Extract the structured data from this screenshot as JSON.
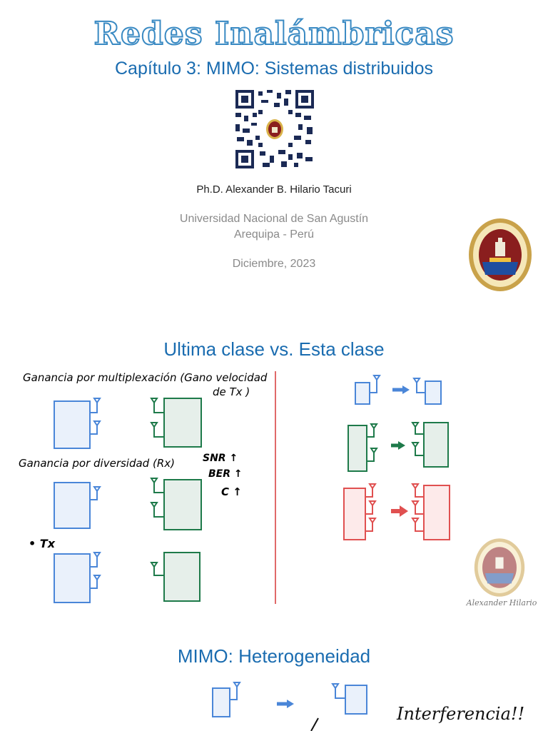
{
  "title": "Redes Inalámbricas",
  "chapter": "Capítulo 3: MIMO: Sistemas distribuidos",
  "author": "Ph.D. Alexander B. Hilario Tacuri",
  "university_line1": "Universidad Nacional de San Agustín",
  "university_line2": "Arequipa - Perú",
  "date": "Diciembre, 2023",
  "section1_title": "Ultima clase vs. Esta clase",
  "notes": {
    "mux_gain": "Ganancia por multiplexación (Gano velocidad",
    "mux_gain_cont": "de Tx )",
    "div_gain": "Ganancia por diversidad (Rx)",
    "snr": "SNR ↑",
    "ber": "BER ↑",
    "c": "C ↑",
    "tx": "• Tx"
  },
  "signature": "Alexander Hilario",
  "section2_title": "MIMO: Heterogeneidad",
  "interference": "Interferencia!!",
  "colors": {
    "blue": "#4a86d8",
    "green": "#1e7a4a",
    "red": "#e05050",
    "title_blue": "#1a6cb0"
  },
  "icons": [
    "qr-code-icon",
    "university-seal-icon",
    "antenna-icon",
    "arrow-icon"
  ]
}
